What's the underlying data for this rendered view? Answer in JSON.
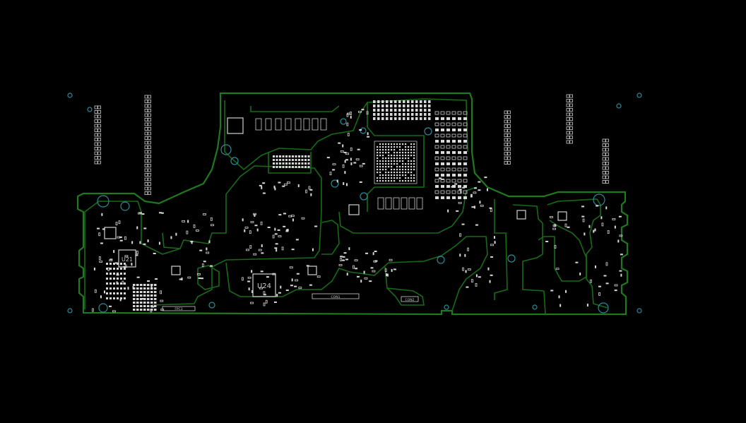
{
  "board": {
    "colors": {
      "background": "#000000",
      "outline": "#1f7a1f",
      "trace": "#176b17",
      "pad": "#d8d8d8",
      "mounting_hole": "#2a8a9a"
    },
    "labels": {
      "u21": "U21",
      "u24": "U24",
      "conn_left": "FPC3",
      "conn_mid": "CON1",
      "conn_right": "CON2"
    }
  }
}
